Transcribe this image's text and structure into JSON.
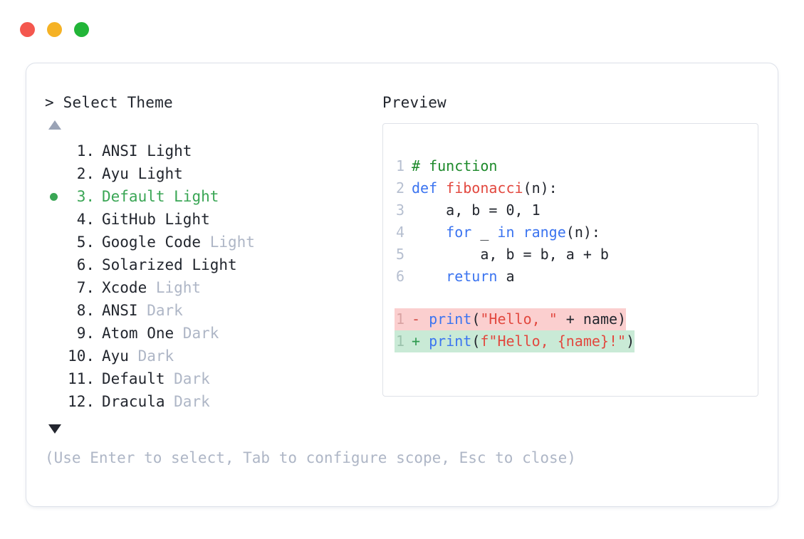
{
  "window": {
    "dots": [
      {
        "name": "close",
        "color": "#f4574e"
      },
      {
        "name": "minimize",
        "color": "#f5b225"
      },
      {
        "name": "zoom",
        "color": "#22b538"
      }
    ]
  },
  "left_panel": {
    "title": "> Select Theme",
    "scroll_up_indicator": "▲",
    "scroll_down_indicator": "▼",
    "selected_index": 3,
    "items": [
      {
        "number": "1.",
        "name": "ANSI",
        "variant": "Light",
        "variant_dim": false,
        "selected": false
      },
      {
        "number": "2.",
        "name": "Ayu",
        "variant": "Light",
        "variant_dim": false,
        "selected": false
      },
      {
        "number": "3.",
        "name": "Default",
        "variant": "Light",
        "variant_dim": false,
        "selected": true
      },
      {
        "number": "4.",
        "name": "GitHub",
        "variant": "Light",
        "variant_dim": false,
        "selected": false
      },
      {
        "number": "5.",
        "name": "Google Code",
        "variant": "Light",
        "variant_dim": true,
        "selected": false
      },
      {
        "number": "6.",
        "name": "Solarized",
        "variant": "Light",
        "variant_dim": false,
        "selected": false
      },
      {
        "number": "7.",
        "name": "Xcode",
        "variant": "Light",
        "variant_dim": true,
        "selected": false
      },
      {
        "number": "8.",
        "name": "ANSI",
        "variant": "Dark",
        "variant_dim": true,
        "selected": false
      },
      {
        "number": "9.",
        "name": "Atom One",
        "variant": "Dark",
        "variant_dim": true,
        "selected": false
      },
      {
        "number": "10.",
        "name": "Ayu",
        "variant": "Dark",
        "variant_dim": true,
        "selected": false
      },
      {
        "number": "11.",
        "name": "Default",
        "variant": "Dark",
        "variant_dim": true,
        "selected": false
      },
      {
        "number": "12.",
        "name": "Dracula",
        "variant": "Dark",
        "variant_dim": true,
        "selected": false
      }
    ]
  },
  "right_panel": {
    "title": "Preview",
    "code_lines": [
      {
        "n": "1",
        "tokens": [
          {
            "t": "# function",
            "c": "comment"
          }
        ]
      },
      {
        "n": "2",
        "tokens": [
          {
            "t": "def ",
            "c": "kw"
          },
          {
            "t": "fibonacci",
            "c": "fn"
          },
          {
            "t": "(n):",
            "c": "plain"
          }
        ]
      },
      {
        "n": "3",
        "tokens": [
          {
            "t": "    a, b = 0, 1",
            "c": "plain"
          }
        ]
      },
      {
        "n": "4",
        "tokens": [
          {
            "t": "    ",
            "c": "plain"
          },
          {
            "t": "for",
            "c": "kw"
          },
          {
            "t": " _ ",
            "c": "plain"
          },
          {
            "t": "in",
            "c": "kw"
          },
          {
            "t": " ",
            "c": "plain"
          },
          {
            "t": "range",
            "c": "kw"
          },
          {
            "t": "(n):",
            "c": "plain"
          }
        ]
      },
      {
        "n": "5",
        "tokens": [
          {
            "t": "        a, b = b, a + b",
            "c": "plain"
          }
        ]
      },
      {
        "n": "6",
        "tokens": [
          {
            "t": "    ",
            "c": "plain"
          },
          {
            "t": "return",
            "c": "kw"
          },
          {
            "t": " a",
            "c": "plain"
          }
        ]
      }
    ],
    "diff_lines": [
      {
        "n": "1",
        "sign": "-",
        "kind": "del",
        "tokens": [
          {
            "t": "print",
            "c": "kw"
          },
          {
            "t": "(",
            "c": "plain"
          },
          {
            "t": "\"Hello, \"",
            "c": "str"
          },
          {
            "t": " + name)",
            "c": "plain"
          }
        ]
      },
      {
        "n": "1",
        "sign": "+",
        "kind": "add",
        "tokens": [
          {
            "t": "print",
            "c": "kw"
          },
          {
            "t": "(",
            "c": "plain"
          },
          {
            "t": "f\"Hello, {name}!\"",
            "c": "str"
          },
          {
            "t": ")",
            "c": "plain"
          }
        ]
      }
    ]
  },
  "footer": {
    "hint": "(Use Enter to select, Tab to configure scope, Esc to close)"
  }
}
